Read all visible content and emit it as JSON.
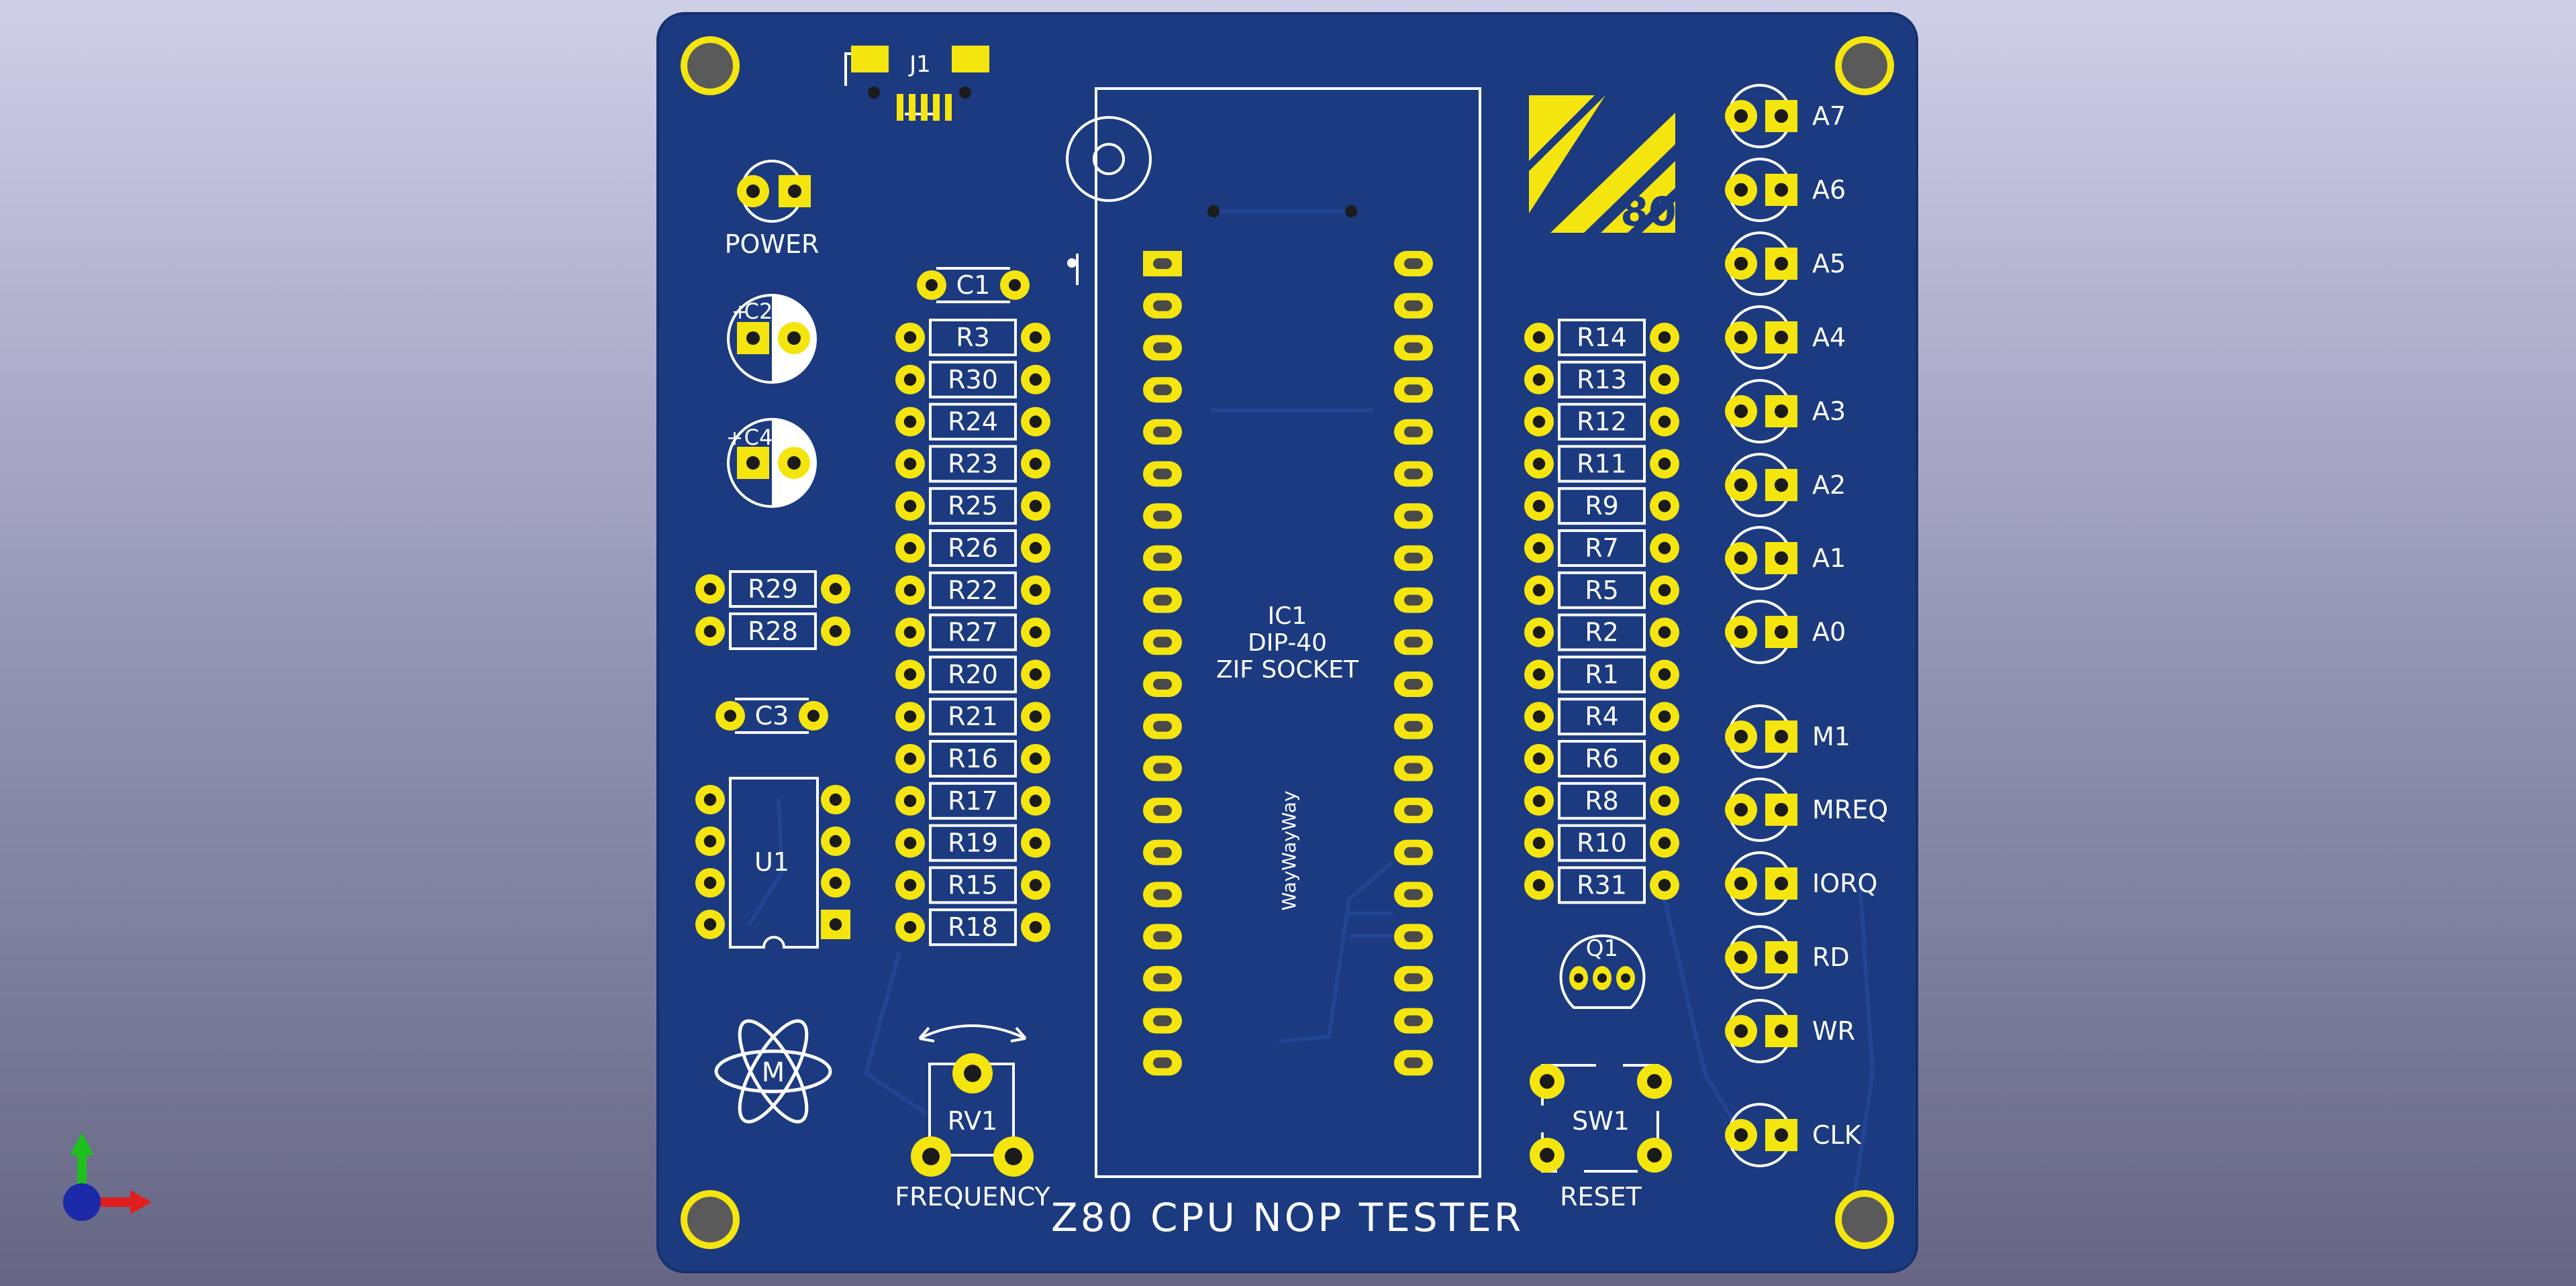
{
  "board": {
    "title": "Z80 CPU NOP TESTER",
    "colors": {
      "background_top": "#cfcfe8",
      "background_bottom": "#666684",
      "solder_mask": "#1b3a80",
      "copper_pad": "#f5e50f",
      "silkscreen": "#ffffff"
    }
  },
  "connector": {
    "ref": "J1"
  },
  "power_led": {
    "label": "POWER"
  },
  "capacitors": {
    "c1": "C1",
    "c2": "C2",
    "c3": "C3",
    "c4": "C4",
    "polarity_mark": "+"
  },
  "resistors_left_small": [
    "R29",
    "R28"
  ],
  "resistors_mid": [
    "R3",
    "R30",
    "R24",
    "R23",
    "R25",
    "R26",
    "R22",
    "R27",
    "R20",
    "R21",
    "R16",
    "R17",
    "R19",
    "R15",
    "R18"
  ],
  "resistors_right": [
    "R14",
    "R13",
    "R12",
    "R11",
    "R9",
    "R7",
    "R5",
    "R2",
    "R1",
    "R4",
    "R6",
    "R8",
    "R10",
    "R31"
  ],
  "ic_u1": {
    "ref": "U1"
  },
  "socket": {
    "ref": "IC1",
    "type": "DIP-40",
    "desc": "ZIF SOCKET",
    "signature": "WayWayWay"
  },
  "pot": {
    "ref": "RV1",
    "label": "FREQUENCY"
  },
  "switch": {
    "ref": "SW1",
    "label": "RESET"
  },
  "transistor": {
    "ref": "Q1"
  },
  "leds": [
    "A7",
    "A6",
    "A5",
    "A4",
    "A3",
    "A2",
    "A1",
    "A0",
    "M1",
    "MREQ",
    "IORQ",
    "RD",
    "WR",
    "CLK"
  ],
  "logo_z80": {
    "text": "80"
  },
  "logo_atom": {
    "letter": "M"
  },
  "axis_icon": "3d-axis-icon"
}
